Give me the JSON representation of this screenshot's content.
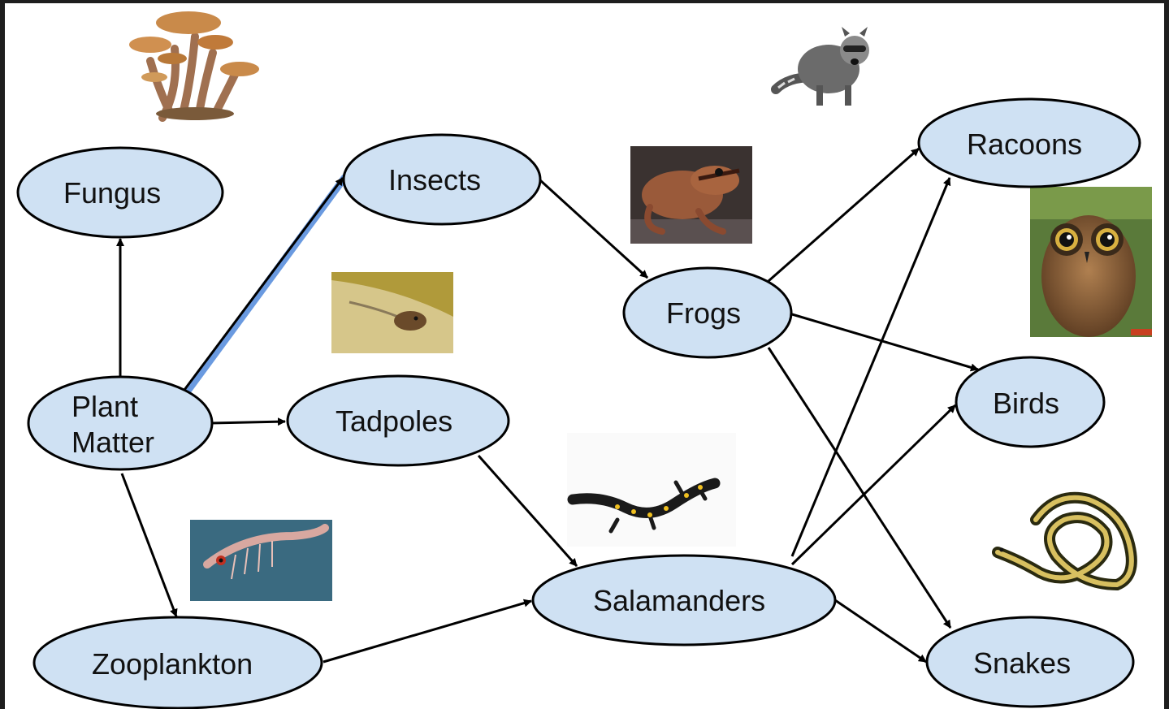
{
  "nodes": {
    "fungus": "Fungus",
    "insects": "Insects",
    "racoons": "Racoons",
    "frogs": "Frogs",
    "plant_line1": "Plant",
    "plant_line2": "Matter",
    "tadpoles": "Tadpoles",
    "birds": "Birds",
    "salamanders": "Salamanders",
    "zooplankton": "Zooplankton",
    "snakes": "Snakes"
  },
  "edges": [
    {
      "from": "Plant Matter",
      "to": "Fungus"
    },
    {
      "from": "Plant Matter",
      "to": "Insects"
    },
    {
      "from": "Plant Matter",
      "to": "Tadpoles"
    },
    {
      "from": "Plant Matter",
      "to": "Zooplankton"
    },
    {
      "from": "Insects",
      "to": "Frogs"
    },
    {
      "from": "Tadpoles",
      "to": "Salamanders"
    },
    {
      "from": "Zooplankton",
      "to": "Salamanders"
    },
    {
      "from": "Frogs",
      "to": "Racoons"
    },
    {
      "from": "Frogs",
      "to": "Birds"
    },
    {
      "from": "Frogs",
      "to": "Snakes"
    },
    {
      "from": "Salamanders",
      "to": "Racoons"
    },
    {
      "from": "Salamanders",
      "to": "Birds"
    },
    {
      "from": "Salamanders",
      "to": "Snakes"
    }
  ],
  "pictures": [
    "mushrooms",
    "raccoon",
    "frog",
    "tadpole",
    "owl",
    "salamander",
    "krill",
    "snake"
  ]
}
